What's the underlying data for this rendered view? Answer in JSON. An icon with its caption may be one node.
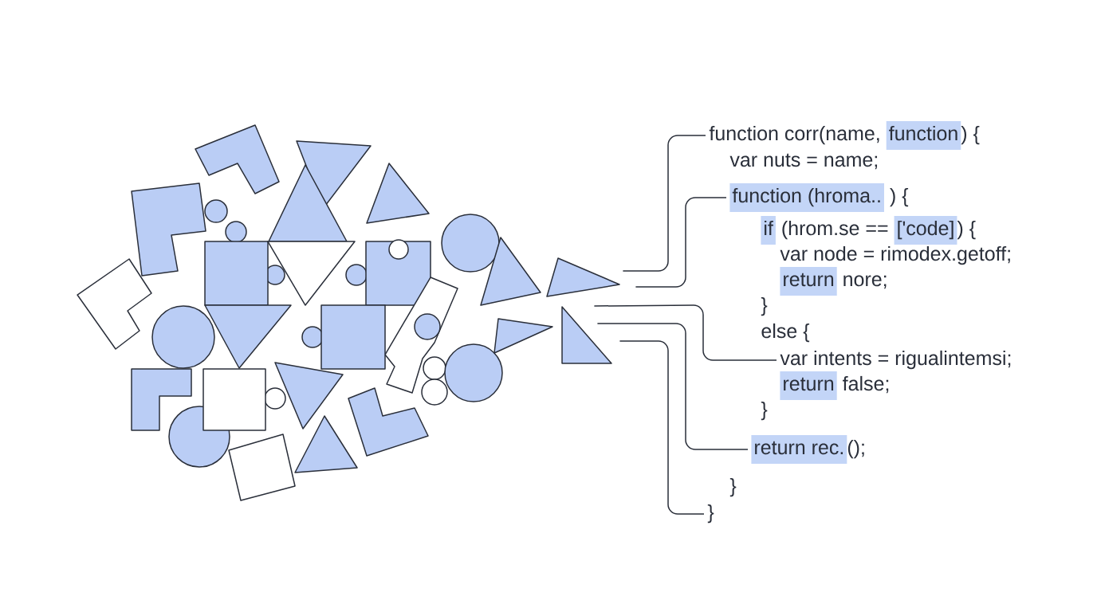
{
  "diagram": {
    "nodes": [
      {
        "text": [],
        "shape": "picture"
      },
      {
        "text": [
          "function corr(name,",
          "function",
          ") {"
        ]
      },
      {
        "text": [
          "var nuts = name;"
        ]
      },
      {
        "text": [
          "function (hroma..",
          ") {"
        ]
      },
      {
        "text": [
          "if",
          "(hrom.se ==",
          "['code]",
          ") {"
        ]
      },
      {
        "text": [
          "var node = rimodex.getoff;"
        ]
      },
      {
        "text": [
          "return",
          "nore;"
        ]
      },
      {
        "text": [
          "}"
        ]
      },
      {
        "text": [
          "else {"
        ]
      },
      {
        "text": [
          "var intents = rigualintemsi;"
        ]
      },
      {
        "text": [
          "return",
          "false;"
        ]
      },
      {
        "text": [
          "}"
        ]
      },
      {
        "text": [
          "return rec.",
          "();"
        ]
      },
      {
        "text": [
          "}"
        ]
      },
      {
        "text": [
          "}"
        ]
      }
    ],
    "edges": [
      {
        "from": 0,
        "to": 1,
        "arrow": "none"
      },
      {
        "from": 0,
        "to": 3,
        "arrow": "none"
      },
      {
        "from": 0,
        "to": 9,
        "arrow": "none"
      },
      {
        "from": 0,
        "to": 12,
        "arrow": "none"
      },
      {
        "from": 0,
        "to": 14,
        "arrow": "none"
      }
    ]
  }
}
